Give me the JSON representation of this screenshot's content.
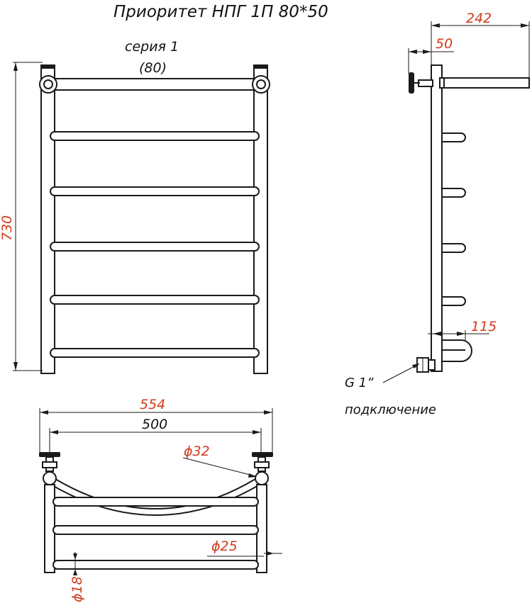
{
  "title": "Приоритет НПГ 1П 80*50",
  "series_label": "серия 1",
  "series_code": "(80)",
  "dims": {
    "height": "730",
    "depth": "242",
    "offset": "50",
    "bottom_offset": "115",
    "outer_width": "554",
    "axis_width": "500",
    "collector_dia": "ϕ32",
    "rung_dia": "ϕ25",
    "bottom_rung_dia": "ϕ18"
  },
  "connection": {
    "thread": "G 1ˮ",
    "label": "подключение"
  },
  "colors": {
    "dimension": "#d23a1a",
    "line": "#1a1a1a"
  }
}
